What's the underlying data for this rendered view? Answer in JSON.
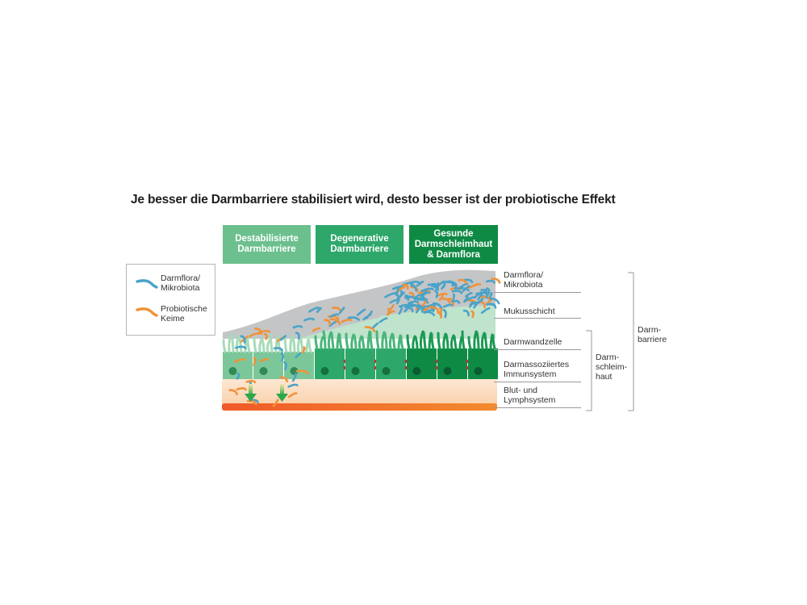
{
  "title": "Je besser die Darmbarriere stabilisiert wird, desto besser ist der probiotische Effekt",
  "stages": [
    {
      "label": "Destabilisierte\nDarmbarriere",
      "color": "#6cc08e"
    },
    {
      "label": "Degenerative\nDarmbarriere",
      "color": "#2ea76a"
    },
    {
      "label": "Gesunde\nDarmschleimhaut\n& Darmflora",
      "color": "#0f8a45"
    }
  ],
  "legend": {
    "items": [
      {
        "label": "Darmflora/\nMikrobiota",
        "icon": "blue-bacteria-icon",
        "color": "#4aa3c8"
      },
      {
        "label": "Probiotische\nKeime",
        "icon": "orange-bacteria-icon",
        "color": "#f0923a"
      }
    ]
  },
  "layers": [
    {
      "label": "Darmflora/\nMikrobiota"
    },
    {
      "label": "Mukusschicht"
    },
    {
      "label": "Darmwandzelle"
    },
    {
      "label": "Darmassoziiertes\nImmunsystem"
    },
    {
      "label": "Blut- und\nLymphsystem"
    }
  ],
  "brackets": {
    "schleimhaut": "Darm-\nschleim-\nhaut",
    "barriere": "Darm-\nbarriere"
  },
  "colors": {
    "mucus_gray": "#c3c5c7",
    "mucus_green": "#bfe3cc",
    "blood_orange": "#f07a2a",
    "bacteria_blue": "#4aa3c8",
    "bacteria_orange": "#f0923a"
  }
}
